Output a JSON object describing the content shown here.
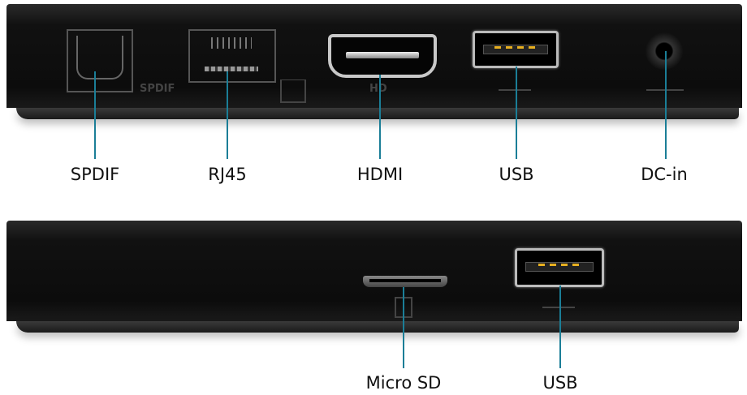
{
  "top_panel": {
    "labels": [
      "SPDIF",
      "RJ45",
      "HDMI",
      "USB",
      "DC-in"
    ],
    "engravings": {
      "spdif": "SPDIF",
      "hdmi": "HD"
    }
  },
  "bottom_panel": {
    "labels": [
      "Micro SD",
      "USB"
    ]
  },
  "colors": {
    "leader_line": "#1b7e97",
    "device": "#111111"
  }
}
